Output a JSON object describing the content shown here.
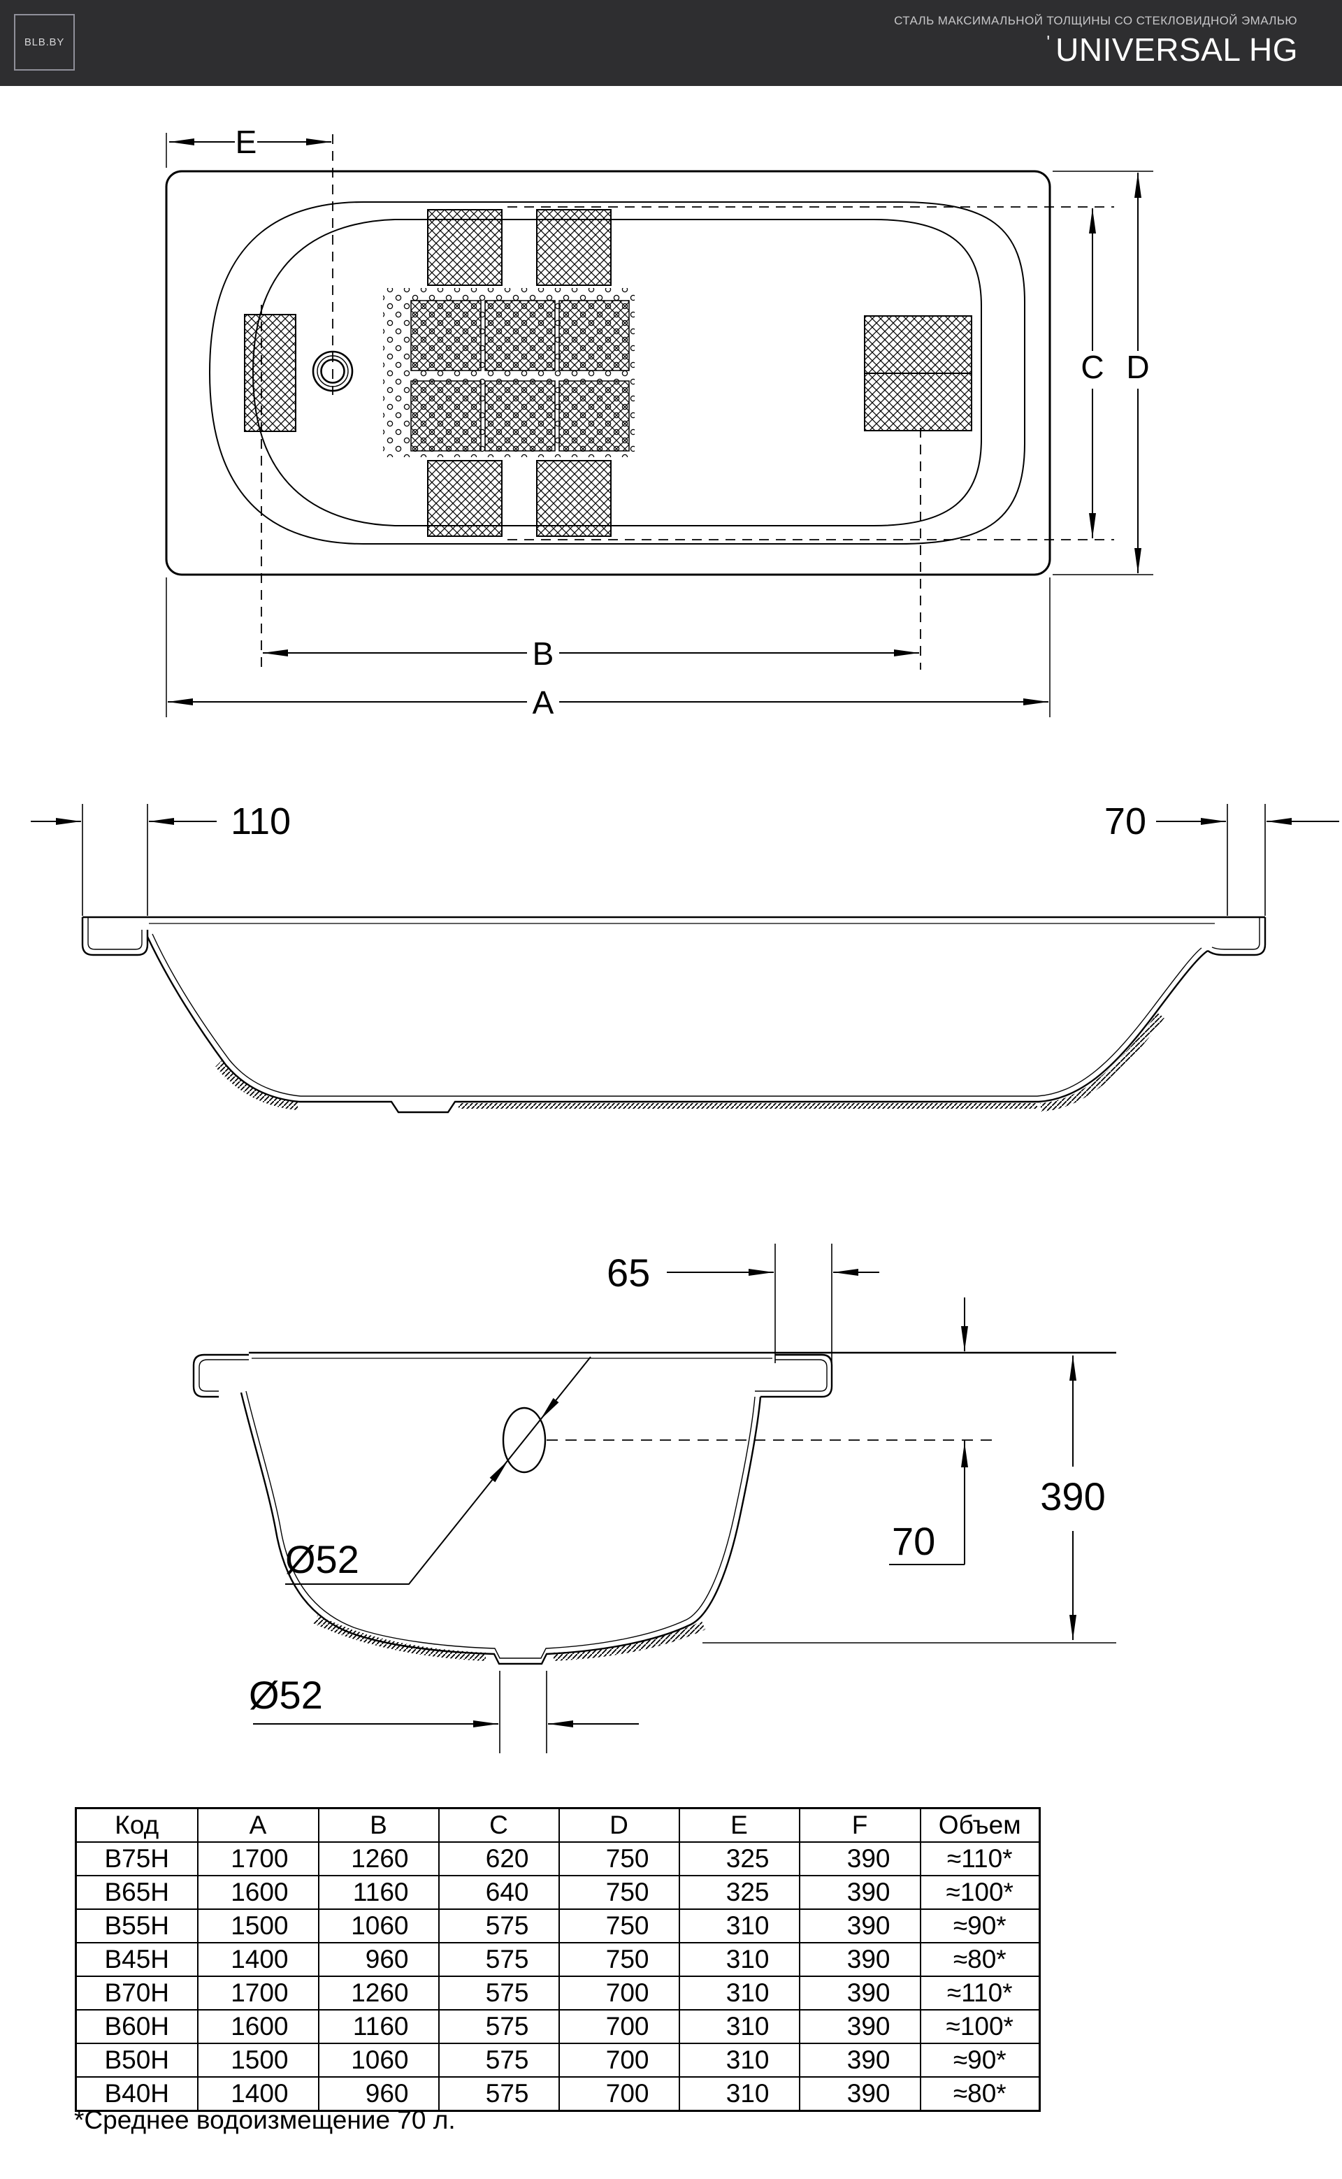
{
  "header": {
    "logo": "BLB.BY",
    "subtitle": "СТАЛЬ МАКСИМАЛЬНОЙ ТОЛЩИНЫ СО СТЕКЛОВИДНОЙ ЭМАЛЬЮ",
    "title_mark": "'",
    "title": "UNIVERSAL HG"
  },
  "plan_view": {
    "labels": {
      "a": "A",
      "b": "B",
      "c": "C",
      "d": "D",
      "e": "E"
    }
  },
  "side_view": {
    "labels": {
      "left_rim": "110",
      "right_rim": "70"
    }
  },
  "section_view": {
    "labels": {
      "rim_width": "65",
      "overflow_diameter": "Ø52",
      "water_level": "70",
      "height": "390",
      "drain_diameter": "Ø52"
    }
  },
  "spec_table": {
    "headers": [
      "Код",
      "A",
      "B",
      "C",
      "D",
      "E",
      "F",
      "Объем"
    ],
    "rows": [
      [
        "B75H",
        "1700",
        "1260",
        "620",
        "750",
        "325",
        "390",
        "≈110*"
      ],
      [
        "B65H",
        "1600",
        "1160",
        "640",
        "750",
        "325",
        "390",
        "≈100*"
      ],
      [
        "B55H",
        "1500",
        "1060",
        "575",
        "750",
        "310",
        "390",
        "≈90*"
      ],
      [
        "B45H",
        "1400",
        "960",
        "575",
        "750",
        "310",
        "390",
        "≈80*"
      ],
      [
        "B70H",
        "1700",
        "1260",
        "575",
        "700",
        "310",
        "390",
        "≈110*"
      ],
      [
        "B60H",
        "1600",
        "1160",
        "575",
        "700",
        "310",
        "390",
        "≈100*"
      ],
      [
        "B50H",
        "1500",
        "1060",
        "575",
        "700",
        "310",
        "390",
        "≈90*"
      ],
      [
        "B40H",
        "1400",
        "960",
        "575",
        "700",
        "310",
        "390",
        "≈80*"
      ]
    ],
    "footnote": "*Среднее водоизмещение 70 л."
  }
}
